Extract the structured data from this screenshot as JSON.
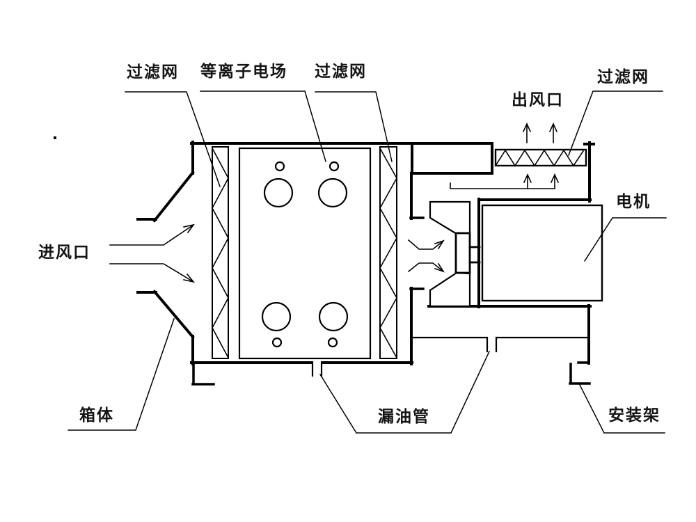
{
  "diagram": {
    "title_hint": "plasma-oil-fume-purifier-schematic",
    "colors": {
      "line": "#000000",
      "background": "#ffffff"
    },
    "labels": {
      "filter_left": "过滤网",
      "plasma_field": "等离子电场",
      "filter_mid": "过滤网",
      "air_outlet": "出风口",
      "filter_right": "过滤网",
      "motor": "电机",
      "air_inlet": "进风口",
      "cabinet": "箱体",
      "oil_drain_pipe": "漏油管",
      "mounting_bracket": "安装架"
    }
  }
}
